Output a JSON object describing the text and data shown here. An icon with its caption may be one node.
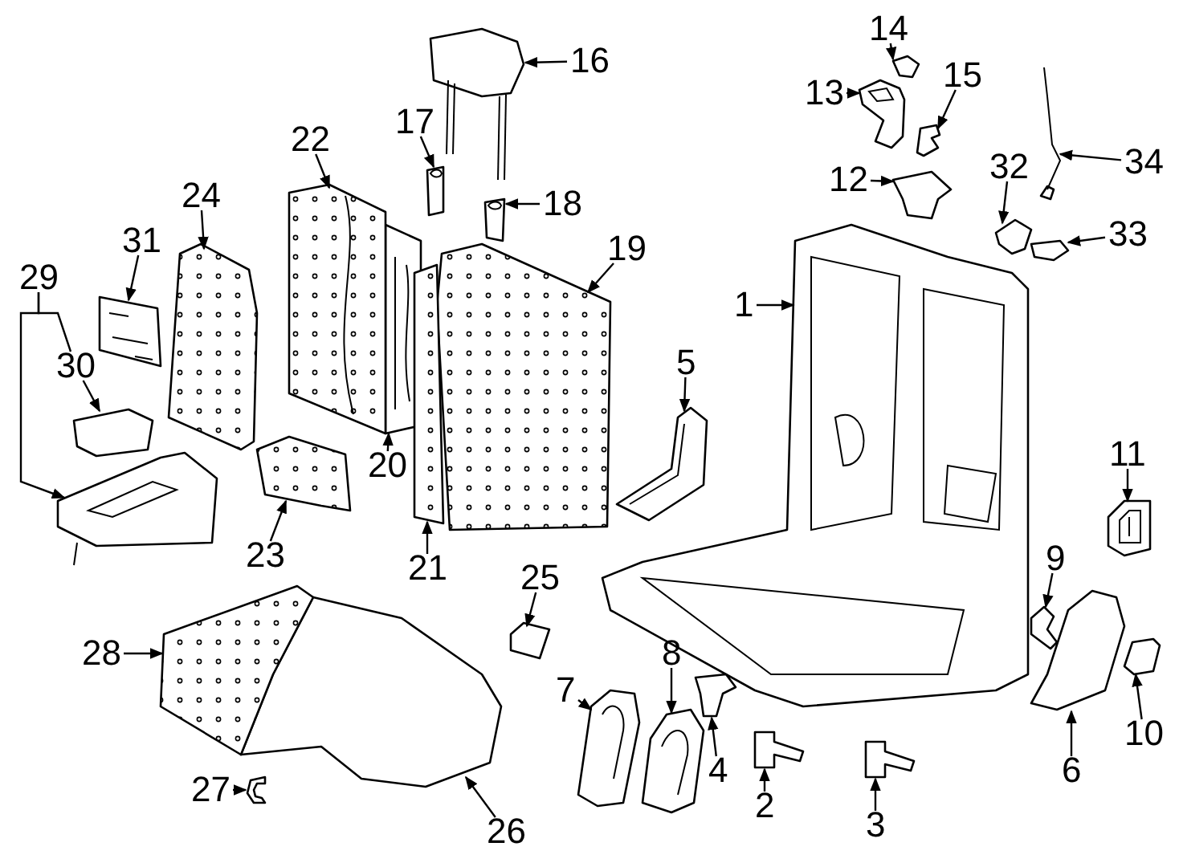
{
  "diagram": {
    "nodes": [
      {
        "text": [
          "1"
        ]
      },
      {
        "text": [
          "2"
        ]
      },
      {
        "text": [
          "3"
        ]
      },
      {
        "text": [
          "4"
        ]
      },
      {
        "text": [
          "5"
        ]
      },
      {
        "text": [
          "6"
        ]
      },
      {
        "text": [
          "7"
        ]
      },
      {
        "text": [
          "8"
        ]
      },
      {
        "text": [
          "9"
        ]
      },
      {
        "text": [
          "10"
        ]
      },
      {
        "text": [
          "11"
        ]
      },
      {
        "text": [
          "12"
        ]
      },
      {
        "text": [
          "13"
        ]
      },
      {
        "text": [
          "14"
        ]
      },
      {
        "text": [
          "15"
        ]
      },
      {
        "text": [
          "16"
        ]
      },
      {
        "text": [
          "17"
        ]
      },
      {
        "text": [
          "18"
        ]
      },
      {
        "text": [
          "19"
        ]
      },
      {
        "text": [
          "20"
        ]
      },
      {
        "text": [
          "21"
        ]
      },
      {
        "text": [
          "22"
        ]
      },
      {
        "text": [
          "23"
        ]
      },
      {
        "text": [
          "24"
        ]
      },
      {
        "text": [
          "25"
        ]
      },
      {
        "text": [
          "26"
        ]
      },
      {
        "text": [
          "27"
        ]
      },
      {
        "text": [
          "28"
        ]
      },
      {
        "text": [
          "29"
        ]
      },
      {
        "text": [
          "30"
        ]
      },
      {
        "text": [
          "31"
        ]
      },
      {
        "text": [
          "32"
        ]
      },
      {
        "text": [
          "33"
        ]
      },
      {
        "text": [
          "34"
        ]
      },
      {
        "text": [],
        "shape": "picture"
      },
      {
        "text": [],
        "shape": "picture"
      },
      {
        "text": [],
        "shape": "picture"
      },
      {
        "text": [],
        "shape": "picture"
      },
      {
        "text": [],
        "shape": "picture"
      },
      {
        "text": [],
        "shape": "picture"
      },
      {
        "text": [],
        "shape": "picture"
      },
      {
        "text": [],
        "shape": "picture"
      },
      {
        "text": [],
        "shape": "picture"
      },
      {
        "text": [],
        "shape": "picture"
      },
      {
        "text": [],
        "shape": "picture"
      },
      {
        "text": [],
        "shape": "picture"
      },
      {
        "text": [],
        "shape": "picture"
      },
      {
        "text": [],
        "shape": "picture"
      },
      {
        "text": [],
        "shape": "picture"
      },
      {
        "text": [],
        "shape": "picture"
      },
      {
        "text": [],
        "shape": "picture"
      },
      {
        "text": [],
        "shape": "picture"
      },
      {
        "text": [],
        "shape": "picture"
      },
      {
        "text": [],
        "shape": "picture"
      },
      {
        "text": [],
        "shape": "picture"
      },
      {
        "text": [],
        "shape": "picture"
      },
      {
        "text": [],
        "shape": "picture"
      },
      {
        "text": [],
        "shape": "picture"
      },
      {
        "text": [],
        "shape": "picture"
      },
      {
        "text": [],
        "shape": "picture"
      },
      {
        "text": [],
        "shape": "picture"
      },
      {
        "text": [],
        "shape": "picture"
      },
      {
        "text": [],
        "shape": "picture"
      },
      {
        "text": [],
        "shape": "picture"
      },
      {
        "text": [],
        "shape": "picture"
      },
      {
        "text": [],
        "shape": "picture"
      },
      {
        "text": [],
        "shape": "picture"
      },
      {
        "text": [],
        "shape": "picture"
      }
    ],
    "edges": [
      {
        "from": 0,
        "to": 34,
        "arrow": "to"
      },
      {
        "from": 1,
        "to": 35,
        "arrow": "to"
      },
      {
        "from": 2,
        "to": 36,
        "arrow": "to"
      },
      {
        "from": 3,
        "to": 37,
        "arrow": "to"
      },
      {
        "from": 4,
        "to": 38,
        "arrow": "to"
      },
      {
        "from": 5,
        "to": 39,
        "arrow": "to"
      },
      {
        "from": 6,
        "to": 40,
        "arrow": "to"
      },
      {
        "from": 7,
        "to": 41,
        "arrow": "to"
      },
      {
        "from": 8,
        "to": 42,
        "arrow": "to"
      },
      {
        "from": 9,
        "to": 43,
        "arrow": "to"
      },
      {
        "from": 10,
        "to": 44,
        "arrow": "to"
      },
      {
        "from": 11,
        "to": 45,
        "arrow": "to"
      },
      {
        "from": 12,
        "to": 46,
        "arrow": "to"
      },
      {
        "from": 13,
        "to": 47,
        "arrow": "to"
      },
      {
        "from": 14,
        "to": 48,
        "arrow": "to"
      },
      {
        "from": 15,
        "to": 49,
        "arrow": "to"
      },
      {
        "from": 16,
        "to": 50,
        "arrow": "to"
      },
      {
        "from": 17,
        "to": 51,
        "arrow": "to"
      },
      {
        "from": 18,
        "to": 52,
        "arrow": "to"
      },
      {
        "from": 19,
        "to": 53,
        "arrow": "to"
      },
      {
        "from": 20,
        "to": 54,
        "arrow": "to"
      },
      {
        "from": 21,
        "to": 55,
        "arrow": "to"
      },
      {
        "from": 22,
        "to": 56,
        "arrow": "to"
      },
      {
        "from": 23,
        "to": 57,
        "arrow": "to"
      },
      {
        "from": 24,
        "to": 58,
        "arrow": "to"
      },
      {
        "from": 25,
        "to": 59,
        "arrow": "to"
      },
      {
        "from": 26,
        "to": 60,
        "arrow": "to"
      },
      {
        "from": 27,
        "to": 61,
        "arrow": "to"
      },
      {
        "from": 28,
        "to": 62,
        "arrow": "to"
      },
      {
        "from": 29,
        "to": 63,
        "arrow": "to"
      },
      {
        "from": 30,
        "to": 64,
        "arrow": "to"
      },
      {
        "from": 31,
        "to": 65,
        "arrow": "to"
      },
      {
        "from": 32,
        "to": 66,
        "arrow": "to"
      },
      {
        "from": 33,
        "to": 67,
        "arrow": "to"
      },
      {
        "from": 28,
        "to": 29,
        "arrow": "none"
      }
    ]
  }
}
